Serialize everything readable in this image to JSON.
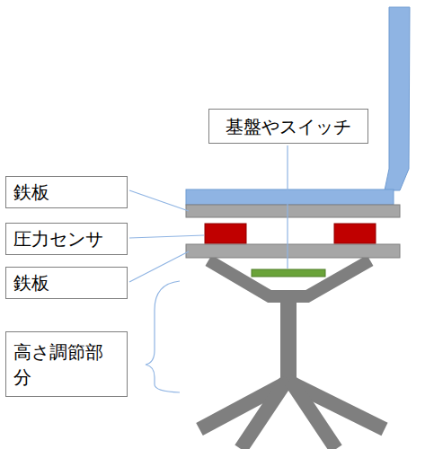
{
  "diagram": {
    "nodes": [
      {
        "text": [
          "基盤やスイッチ"
        ]
      },
      {
        "text": [
          "鉄板"
        ]
      },
      {
        "text": [
          "圧力センサ"
        ]
      },
      {
        "text": [
          "鉄板"
        ]
      },
      {
        "text": [
          "高さ調節部分"
        ]
      }
    ]
  }
}
